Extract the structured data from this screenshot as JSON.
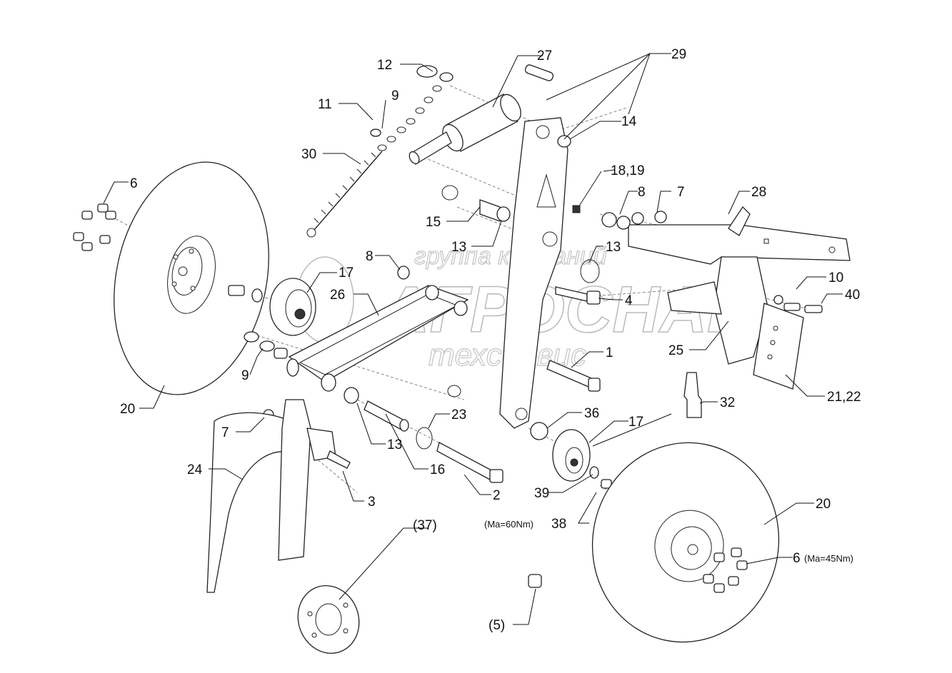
{
  "watermark": {
    "line1": "группа компаний",
    "line2": "АГРОСНАБ",
    "line3": "техсервис"
  },
  "callouts": {
    "c12": "12",
    "c27": "27",
    "c29": "29",
    "c11": "11",
    "c9_top": "9",
    "c14": "14",
    "c30": "30",
    "c6_left": "6",
    "c18_19": "18,19",
    "c8_right": "8",
    "c7_right": "7",
    "c28": "28",
    "c15": "15",
    "c13_upper": "13",
    "c13_right": "13",
    "c8_mid": "8",
    "c17_left": "17",
    "c10": "10",
    "c26": "26",
    "c40": "40",
    "c4": "4",
    "c25": "25",
    "c1": "1",
    "c9_left": "9",
    "c21_22": "21,22",
    "c20_left": "20",
    "c32": "32",
    "c36": "36",
    "c17_right": "17",
    "c23": "23",
    "c7_left": "7",
    "c13_lower": "13",
    "c24": "24",
    "c16": "16",
    "c2": "2",
    "c3": "3",
    "c39": "39",
    "c20_right": "20",
    "c37": "(37)",
    "c38_torque": "(Ma=60Nm)",
    "c38": "38",
    "c6_right": "6",
    "c6_torque": "(Ma=45Nm)",
    "c5": "(5)"
  }
}
